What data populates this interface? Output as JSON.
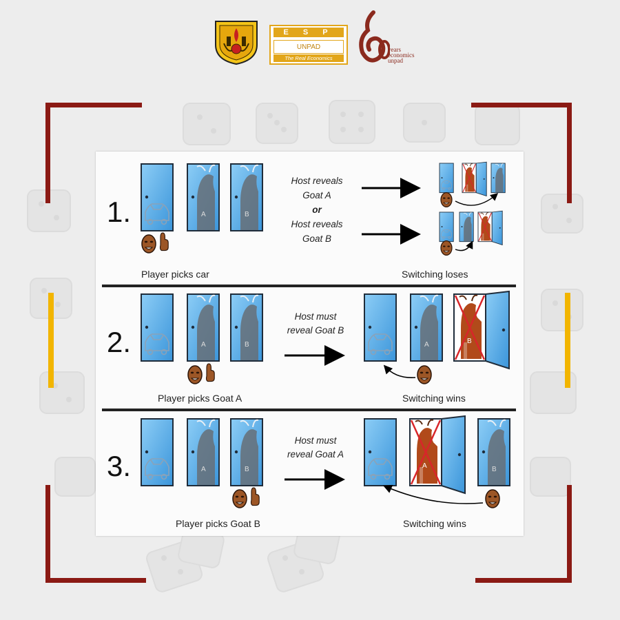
{
  "header": {
    "esp_logo": {
      "title": "E S P",
      "subtitle": "UNPAD",
      "tagline": "The Real Economics"
    },
    "anniversary_logo": {
      "line1": "years",
      "line2": "economics",
      "line3": "unpad"
    }
  },
  "colors": {
    "frame_red": "#8b1a14",
    "frame_yellow": "#f2b500",
    "door_blue": "#4aa6e6",
    "goat_brown": "#b14a1a",
    "cross_red": "#d8262a"
  },
  "diagram": {
    "scenarios": [
      {
        "number": "1.",
        "player_caption": "Player picks car",
        "host_lines": [
          "Host reveals",
          "Goat A",
          "or",
          "Host reveals",
          "Goat B"
        ],
        "result_caption": "Switching loses"
      },
      {
        "number": "2.",
        "player_caption": "Player picks Goat A",
        "host_lines": [
          "Host must",
          "reveal Goat B"
        ],
        "result_caption": "Switching wins"
      },
      {
        "number": "3.",
        "player_caption": "Player picks Goat B",
        "host_lines": [
          "Host must",
          "reveal Goat A"
        ],
        "result_caption": "Switching wins"
      }
    ],
    "goat_labels": {
      "a": "A",
      "b": "B"
    }
  }
}
